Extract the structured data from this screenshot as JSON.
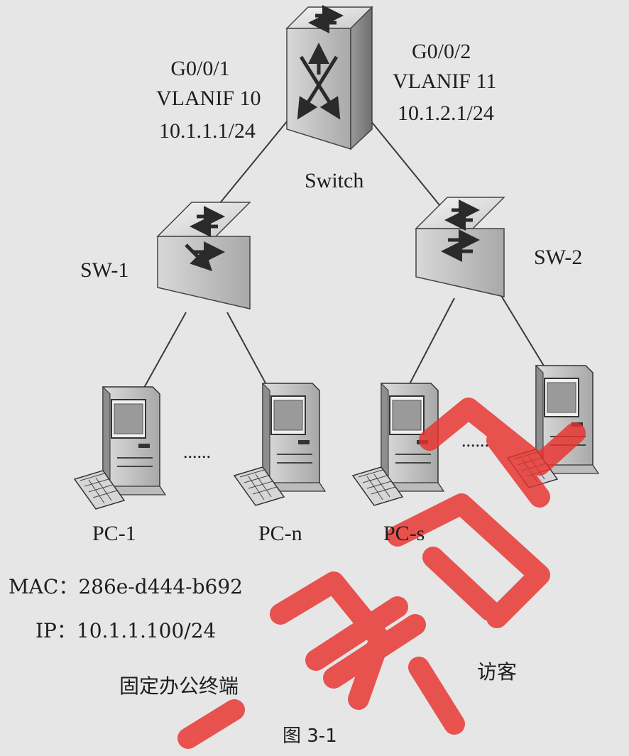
{
  "switch": {
    "name": "Switch",
    "left_port": {
      "port": "G0/0/1",
      "vlanif": "VLANIF 10",
      "ip": "10.1.1.1/24"
    },
    "right_port": {
      "port": "G0/0/2",
      "vlanif": "VLANIF 11",
      "ip": "10.1.2.1/24"
    }
  },
  "sw1": {
    "name": "SW-1"
  },
  "sw2": {
    "name": "SW-2"
  },
  "pcs": {
    "pc1": {
      "name": "PC-1",
      "mac": "MAC：286e-d444-b692",
      "ip": "IP：10.1.1.100/24"
    },
    "pcn": {
      "name": "PC-n"
    },
    "pcs": {
      "name": "PC-s"
    }
  },
  "ellipsis": "......",
  "groups": {
    "fixed": "固定办公终端",
    "guest": "访客"
  },
  "figure_caption": "图 3-1",
  "watermark_color": "#e8322d"
}
